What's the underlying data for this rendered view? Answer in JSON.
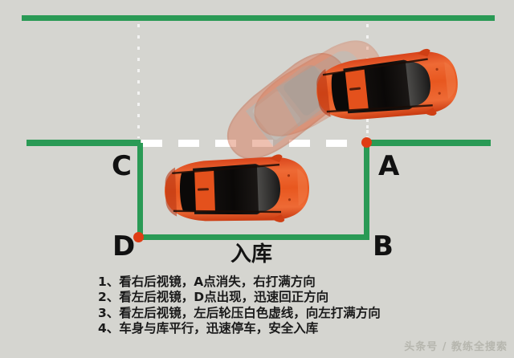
{
  "diagram": {
    "title_label": "入库",
    "background_color": "#d5d5d0",
    "line_color": "#2a9a55",
    "node_color": "#e03c14",
    "dash_color": "#ffffff",
    "points": [
      {
        "id": "C",
        "label": "C"
      },
      {
        "id": "A",
        "label": "A"
      },
      {
        "id": "D",
        "label": "D"
      },
      {
        "id": "B",
        "label": "B"
      }
    ],
    "vehicles": [
      {
        "name": "car-start-position",
        "color": "#e04a1e"
      },
      {
        "name": "car-parked-position",
        "color": "#e04a1e"
      },
      {
        "name": "car-trajectory-ghost",
        "color": "#e04a1e"
      }
    ]
  },
  "steps": [
    "1、看右后视镜，A点消失，右打满方向",
    "2、看左后视镜，D点出现，迅速回正方向",
    "3、看左后视镜，左后轮压白色虚线，向左打满方向",
    "4、车身与库平行，迅速停车，安全入库"
  ],
  "watermark": {
    "text": "头条号 / 教练全搜索"
  }
}
